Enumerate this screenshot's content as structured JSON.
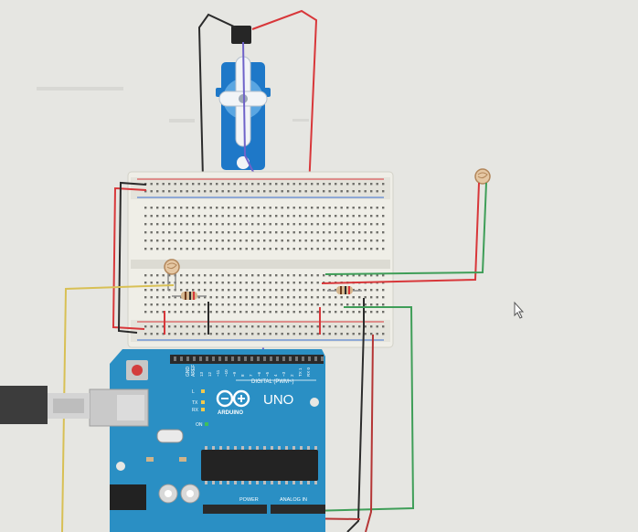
{
  "canvas": {
    "background": "#e7e7e3",
    "cursor_icon": "mouse-pointer-icon"
  },
  "components": {
    "servo": {
      "icon": "servo-motor-icon",
      "color": "#1f7fd0"
    },
    "breadboard": {
      "icon": "breadboard-icon",
      "color": "#f0efe8"
    },
    "photoresistors": [
      {
        "icon": "photoresistor-icon"
      },
      {
        "icon": "photoresistor-icon"
      }
    ],
    "resistors": [
      {
        "icon": "resistor-icon"
      },
      {
        "icon": "resistor-icon"
      }
    ],
    "arduino": {
      "icon": "arduino-uno-board-icon",
      "color": "#2a8fc4",
      "model_label": "UNO",
      "brand_label": "ARDUINO",
      "digital_header_label": "DIGITAL (PWM~)",
      "power_label": "POWER",
      "analog_label": "ANALOG IN",
      "aref_label": "AREF",
      "gnd_label": "GND",
      "tx_label": "TX",
      "rx_label": "RX",
      "l_label": "L",
      "on_label": "ON",
      "pin_labels": [
        "13",
        "12",
        "~11",
        "~10",
        "~9",
        "8",
        "7",
        "~6",
        "~5",
        "4",
        "~3",
        "2",
        "TX 1",
        "RX 0"
      ]
    },
    "usb_cable": {
      "icon": "usb-cable-icon"
    }
  },
  "wire_colors": {
    "red": "#d8373a",
    "black": "#2b2b2b",
    "purple": "#6f63c9",
    "green": "#3f9e58",
    "yellow": "#d8c055",
    "dark_red": "#b53535"
  }
}
